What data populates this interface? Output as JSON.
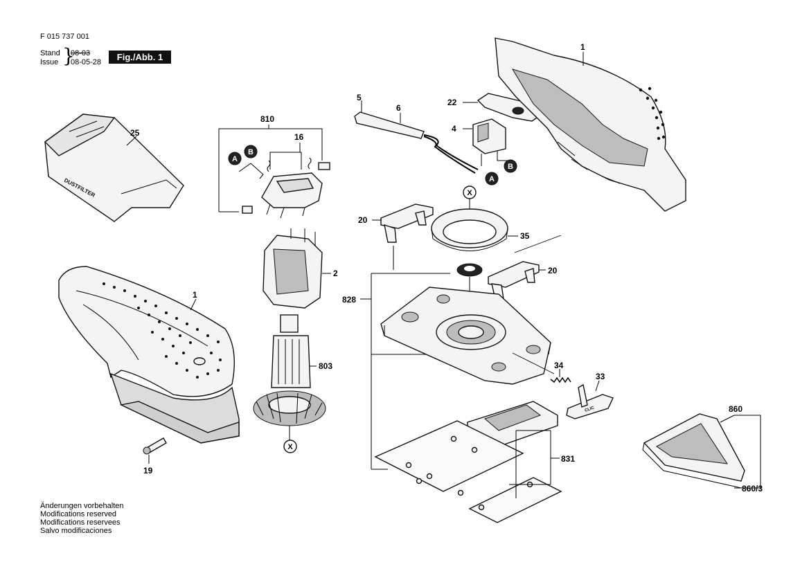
{
  "header": {
    "doc_number": "F 015 737 001",
    "stand_label": "Stand",
    "stand_value": "08-03",
    "issue_label": "Issue",
    "issue_value": "08-05-28",
    "figure_label": "Fig./Abb. 1"
  },
  "notes": [
    "Änderungen vorbehalten",
    "Modifications reserved",
    "Modifications reservees",
    "Salvo modificaciones"
  ],
  "parts": {
    "p1_housing_right": "1",
    "p1_housing_left": "1",
    "p2": "2",
    "p4": "4",
    "p5": "5",
    "p6": "6",
    "p16": "16",
    "p19": "19",
    "p20_left": "20",
    "p20_right": "20",
    "p22": "22",
    "p25": "25",
    "p33": "33",
    "p34": "34",
    "p35": "35",
    "p803": "803",
    "p810": "810",
    "p828": "828",
    "p831": "831",
    "p860": "860",
    "p860_3": "860/3"
  },
  "callouts": {
    "a_brush": "A",
    "b_brush": "B",
    "a_switch": "A",
    "b_switch": "B",
    "x_top": "X",
    "x_bottom": "X"
  },
  "dust_box_text": "DUSTFILTER",
  "clip_text": "CLIC"
}
